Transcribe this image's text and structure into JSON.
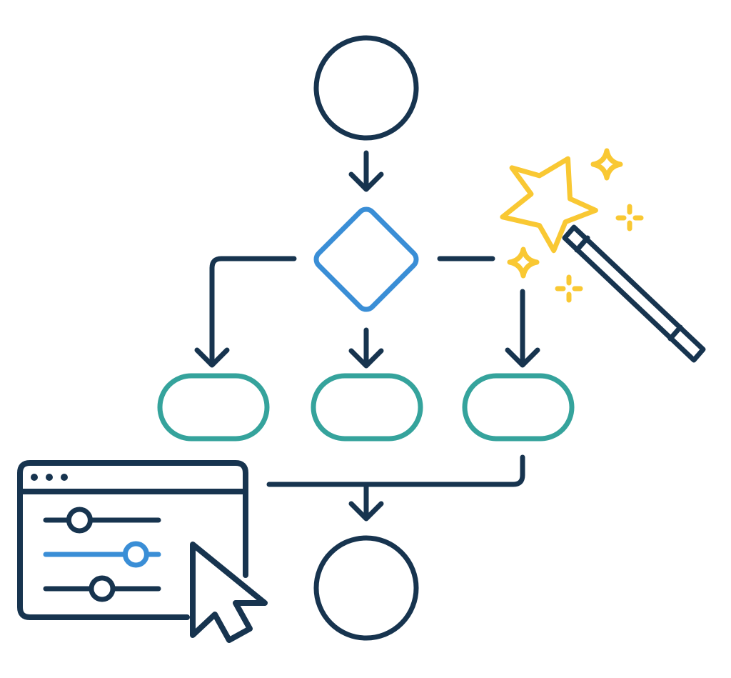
{
  "colors": {
    "navy": "#17344f",
    "blue": "#3a8ed6",
    "teal": "#35a39c",
    "gold": "#f9c833",
    "background": "#ffffff"
  },
  "diagram": {
    "type": "flowchart",
    "nodes": [
      {
        "id": "start",
        "shape": "circle",
        "color": "navy",
        "label": ""
      },
      {
        "id": "decision",
        "shape": "diamond",
        "color": "blue",
        "label": ""
      },
      {
        "id": "process-left",
        "shape": "rounded-rectangle",
        "color": "teal",
        "label": ""
      },
      {
        "id": "process-middle",
        "shape": "rounded-rectangle",
        "color": "teal",
        "label": ""
      },
      {
        "id": "process-right",
        "shape": "rounded-rectangle",
        "color": "teal",
        "label": ""
      },
      {
        "id": "end",
        "shape": "circle",
        "color": "navy",
        "label": ""
      }
    ],
    "edges": [
      {
        "from": "start",
        "to": "decision"
      },
      {
        "from": "decision",
        "to": "process-left"
      },
      {
        "from": "decision",
        "to": "process-middle"
      },
      {
        "from": "decision",
        "to": "process-right"
      },
      {
        "from": "process-right",
        "to": "end"
      }
    ]
  },
  "decorations": {
    "magic_wand": {
      "icon": "magic-wand-icon",
      "star_color": "gold",
      "sparkles": 4
    },
    "settings_window": {
      "icon": "settings-window-icon",
      "title_dots": 3,
      "sliders": [
        {
          "color": "navy",
          "level": 0.3
        },
        {
          "color": "blue",
          "level": 0.8
        },
        {
          "color": "navy",
          "level": 0.5
        }
      ]
    },
    "cursor": {
      "icon": "cursor-arrow-icon"
    }
  }
}
